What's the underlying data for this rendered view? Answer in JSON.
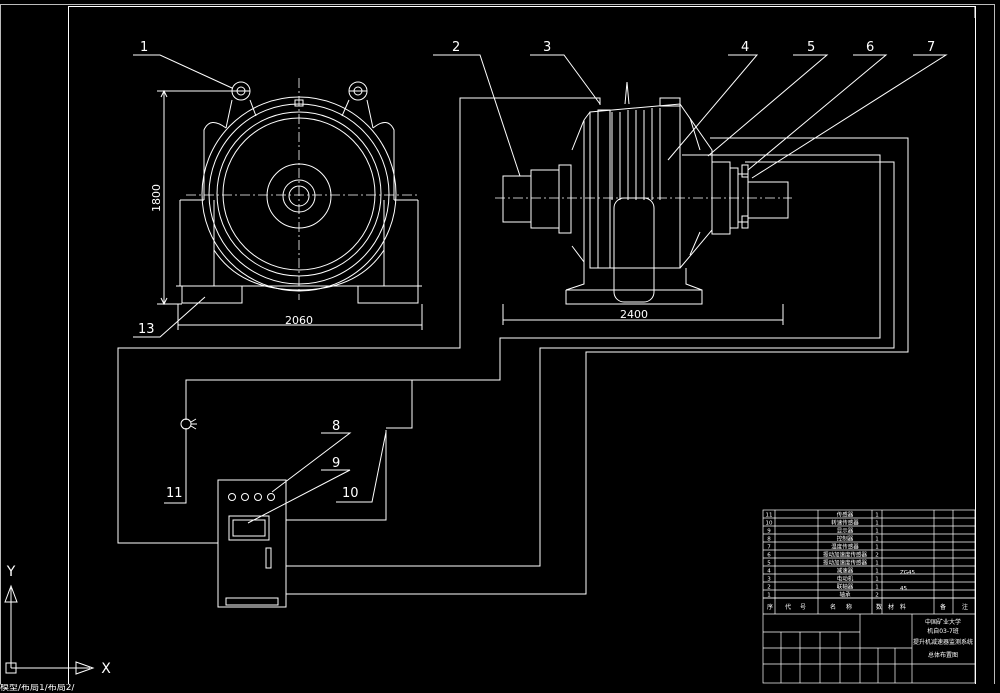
{
  "callouts": [
    "1",
    "2",
    "3",
    "4",
    "5",
    "6",
    "7",
    "8",
    "9",
    "10",
    "11",
    "13"
  ],
  "dimensions": {
    "front_height": "1800",
    "front_width": "2060",
    "side_width": "2400"
  },
  "axes": {
    "x": "X",
    "y": "Y"
  },
  "title_block": {
    "school": "中国矿业大学",
    "line2": "机自03-7班",
    "line3": "提升机减速器监测系统",
    "line4": "总体布置图",
    "part_numbers": [
      "11",
      "10",
      "9",
      "8",
      "7",
      "6",
      "5",
      "4",
      "3",
      "2",
      "1"
    ],
    "part_names": [
      "传感器",
      "转速传感器",
      "显示器",
      "控制器",
      "温度传感器",
      "振动加速度传感器",
      "振动加速度传感器",
      "减速器",
      "电动机",
      "联轴器",
      "轴承"
    ],
    "quantities": [
      "1",
      "1",
      "1",
      "1",
      "1",
      "2",
      "1",
      "1",
      "1",
      "1",
      "2"
    ],
    "header_labels": [
      "序",
      "代",
      "号",
      "名",
      "称",
      "数",
      "材",
      "料",
      "备",
      "注"
    ],
    "material_note_1": "ZG45",
    "material_note_2": "45"
  },
  "status_text": "模型/布局1/布局2/"
}
